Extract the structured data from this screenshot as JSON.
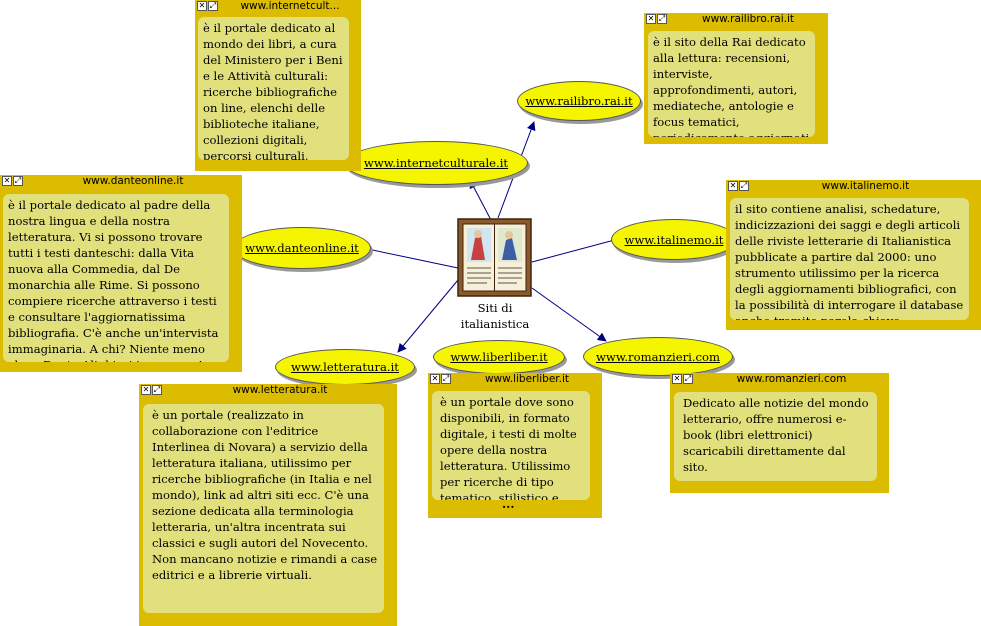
{
  "center": {
    "label": "Siti di italianistica"
  },
  "nodes": {
    "internetculturale": {
      "bubble": "www.internetculturale.it",
      "note_title": "www.internetcult...",
      "note_text": "è il portale dedicato al mondo dei libri, a cura del Ministero per i Beni e le Attività culturali: ricerche bibliografiche on line, elenchi delle biblioteche italiane, collezioni digitali, percorsi culturali, archivi e mostre."
    },
    "railibro": {
      "bubble": "www.railibro.rai.it",
      "note_title": "www.railibro.rai.it",
      "note_text": "è il sito della Rai dedicato alla lettura: recensioni, interviste, approfondimenti, autori, mediateche, antologie e focus tematici, periodicamente aggiornati"
    },
    "danteonline": {
      "bubble": "www.danteonline.it",
      "note_title": "www.danteonline.it",
      "note_text": "è il portale dedicato al padre della nostra lingua e della nostra letteratura. Vi si possono trovare tutti i testi danteschi: dalla Vita nuova alla Commedia, dal De monarchia alle Rime. Si possono compiere ricerche attraverso i testi e consultare l'aggiornatissima bibliografia. C'è anche un'intervista immaginaria. A chi? Niente meno che a Dante Alighieri in persona!"
    },
    "italinemo": {
      "bubble": "www.italinemo.it",
      "note_title": "www.italinemo.it",
      "note_text": "il sito contiene analisi, schedature, indicizzazioni dei saggi e degli articoli delle riviste letterarie di Italianistica pubblicate a partire dal 2000: uno strumento utilissimo per la ricerca degli aggiornamenti bibliografici, con la possibilità di interrogare il database anche tramite parola chiave."
    },
    "letteratura": {
      "bubble": "www.letteratura.it",
      "note_title": "www.letteratura.it",
      "note_text": "è un portale (realizzato in collaborazione con l'editrice Interlinea di Novara) a servizio della letteratura italiana, utilissimo per ricerche bibliografiche (in Italia e nel mondo), link ad altri siti ecc. C'è una sezione dedicata alla terminologia letteraria, un'altra incentrata sui classici e sugli autori del Novecento. Non mancano notizie e rimandi a case editrici e a librerie virtuali."
    },
    "liberliber": {
      "bubble": "www.liberliber.it",
      "note_title": "www.liberliber.it",
      "note_text": "è un portale dove sono disponibili, in formato digitale, i testi di molte opere della nostra letteratura. Utilissimo per ricerche di tipo tematico, stilistico e lessicale, anche",
      "more": "..."
    },
    "romanzieri": {
      "bubble": "www.romanzieri.com",
      "note_title": "www.romanzieri.com",
      "note_text": "Dedicato alle notizie del mondo letterario, offre numerosi e-book (libri elettronici) scaricabili direttamente dal sito."
    }
  },
  "colors": {
    "note_frame": "#dcbc00",
    "note_body": "#e2e07c",
    "bubble_fill": "#f5f500",
    "connector": "#000080"
  }
}
